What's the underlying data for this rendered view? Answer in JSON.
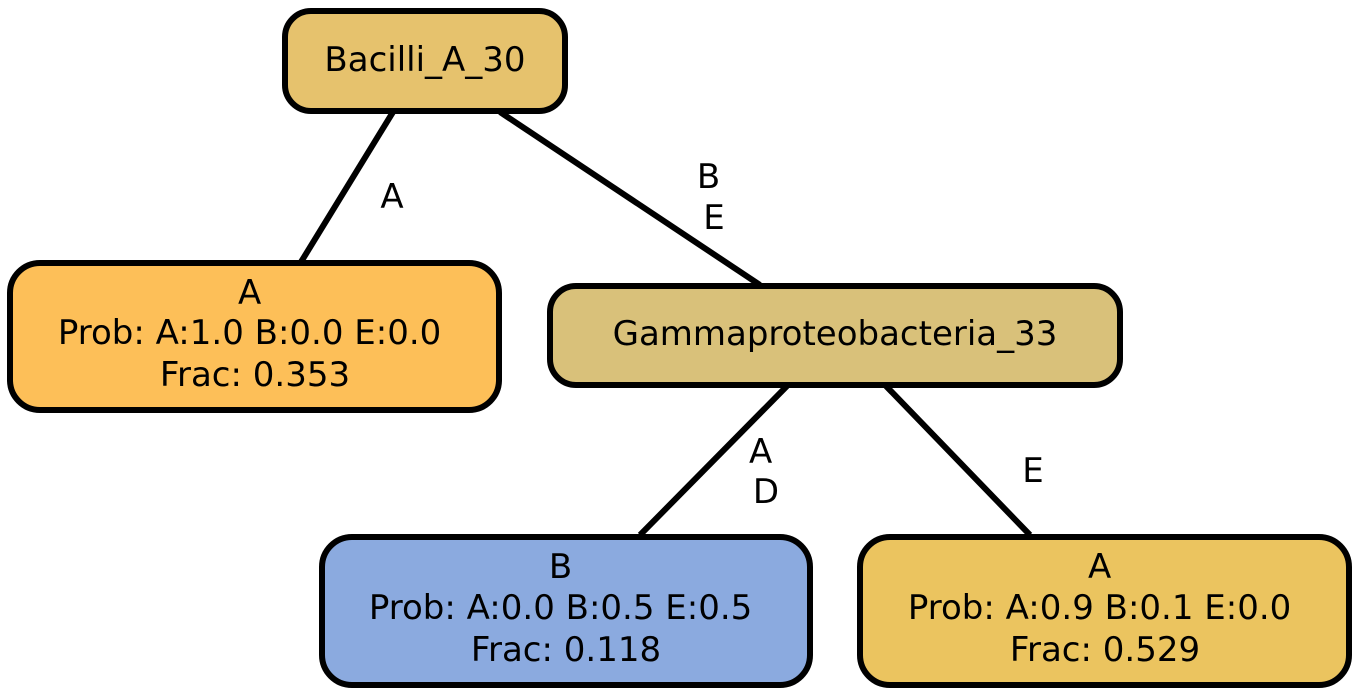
{
  "tree": {
    "colors": {
      "root": "#E6C26D",
      "internal": "#D9C17A",
      "leaf_a1": "#FDBF58",
      "leaf_b": "#8BAADF",
      "leaf_a2": "#EBC45F",
      "stroke": "#000000"
    },
    "nodes": {
      "root": {
        "lines": [
          "Bacilli_A_30"
        ]
      },
      "leaf_a1": {
        "lines": [
          "A",
          "Prob: A:1.0 B:0.0 E:0.0",
          "Frac: 0.353"
        ]
      },
      "internal": {
        "lines": [
          "Gammaproteobacteria_33"
        ]
      },
      "leaf_b": {
        "lines": [
          "B",
          "Prob: A:0.0 B:0.5 E:0.5",
          "Frac: 0.118"
        ]
      },
      "leaf_a2": {
        "lines": [
          "A",
          "Prob: A:0.9 B:0.1 E:0.0",
          "Frac: 0.529"
        ]
      }
    },
    "edges": {
      "root_to_leaf_a1": {
        "lines": [
          "A"
        ]
      },
      "root_to_internal": {
        "lines": [
          "B",
          "E"
        ]
      },
      "internal_to_leaf_b": {
        "lines": [
          "A",
          "D"
        ]
      },
      "internal_to_leaf_a2": {
        "lines": [
          "E"
        ]
      }
    }
  }
}
